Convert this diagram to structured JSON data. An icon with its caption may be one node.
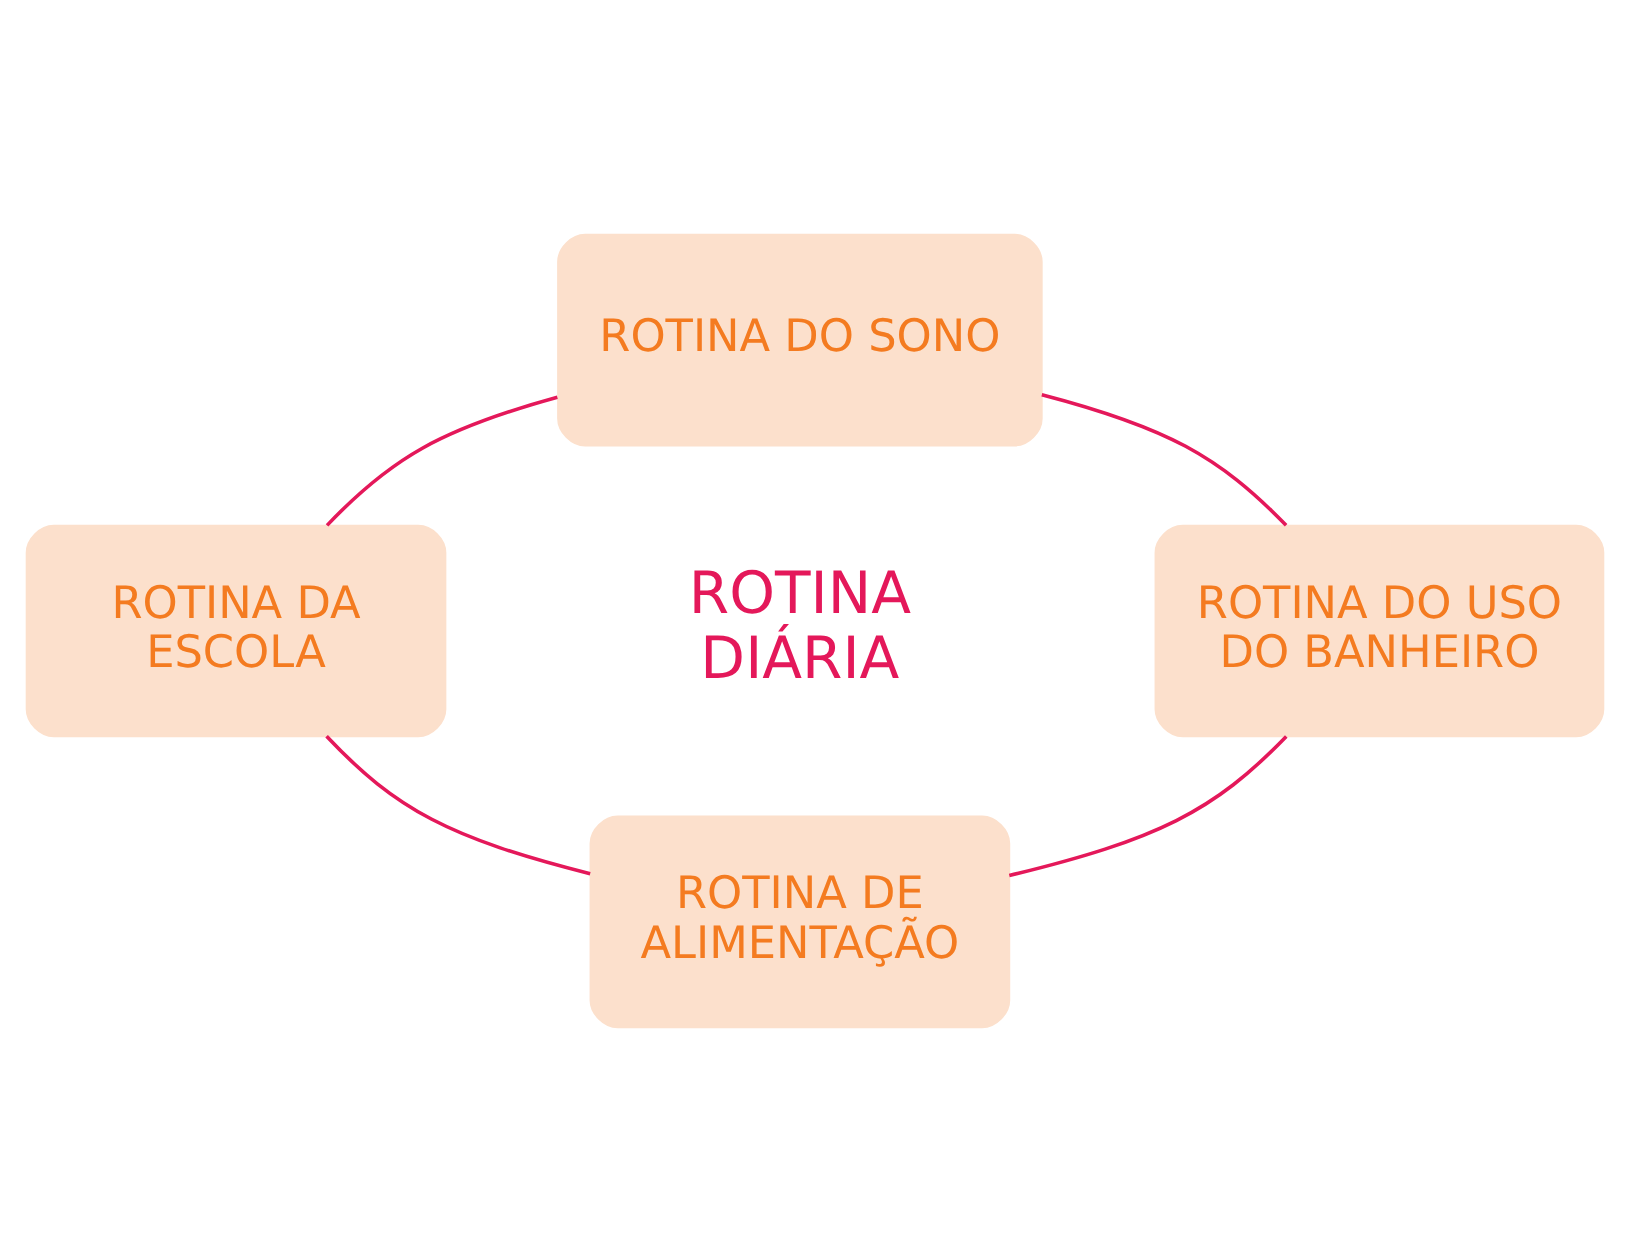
{
  "diagram": {
    "nodes": [
      {
        "text": [
          "ROTINA DO SONO"
        ]
      },
      {
        "text": [
          "ROTINA DO USO DO BANHEIRO"
        ]
      },
      {
        "text": [
          "ROTINA DE ALIMENTAÇÃO"
        ]
      },
      {
        "text": [
          "ROTINA DA ESCOLA"
        ]
      }
    ],
    "edges": [
      {
        "from": 0,
        "to": 1,
        "arrow": "none",
        "color": "#e4185a"
      },
      {
        "from": 1,
        "to": 2,
        "arrow": "none",
        "color": "#e4185a"
      },
      {
        "from": 2,
        "to": 3,
        "arrow": "none",
        "color": "#e4185a"
      },
      {
        "from": 3,
        "to": 0,
        "arrow": "none",
        "color": "#e4185a"
      }
    ],
    "labels": [
      "ROTINA DIÁRIA"
    ]
  }
}
